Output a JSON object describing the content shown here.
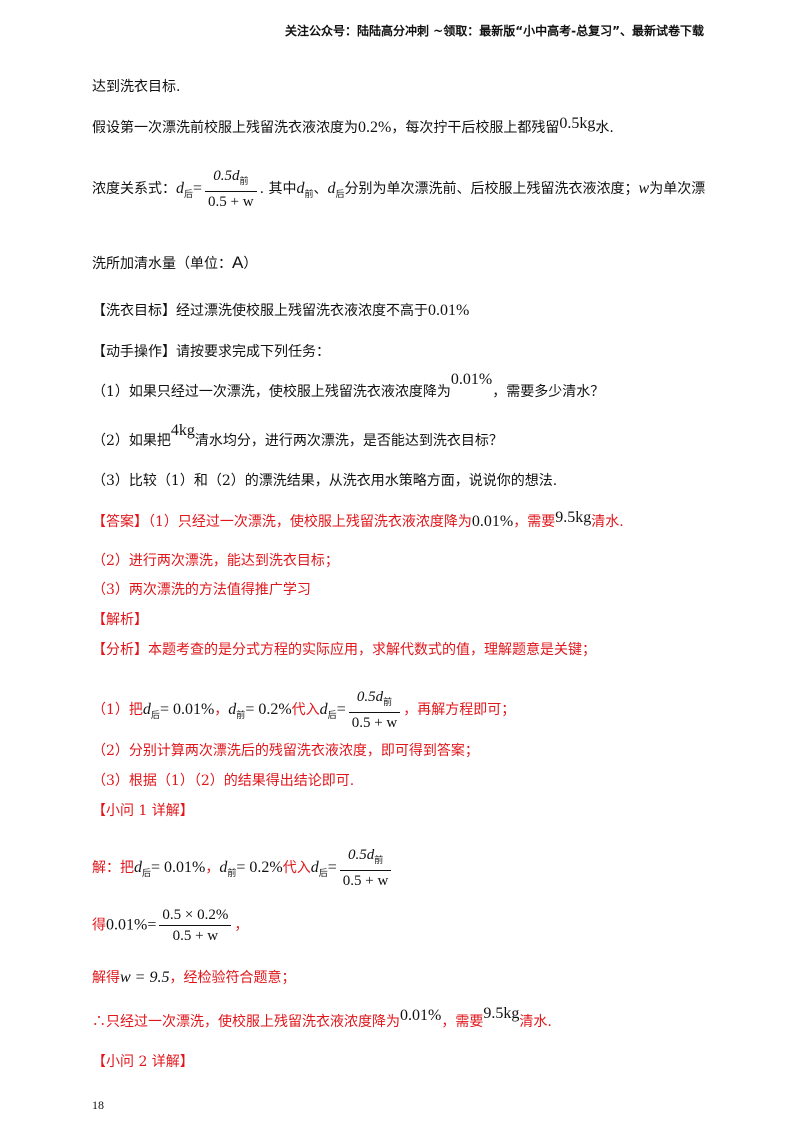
{
  "header": {
    "text": "关注公众号：陆陆高分冲刺  ~领取：最新版“小中高考-总复习”、最新试卷下载"
  },
  "page_number": "18",
  "math": {
    "d_hou": "d",
    "sub_hou": "后",
    "sub_qian": "前",
    "w": "w",
    "num_05d": "0.5d",
    "den_05w": "0.5 + w",
    "eq": "=",
    "val_001": "= 0.01%",
    "val_02": "= 0.2%",
    "pct_001": "0.01%",
    "kg4": "4kg",
    "kg95": "9.5kg",
    "kg05": "0.5kg",
    "pct_02": "0.2%",
    "frac2_num": "0.5 × 0.2%",
    "w95": "w = 9.5",
    "unit_A": "A"
  },
  "lines": {
    "l1": "达到洗衣目标.",
    "l2a": "假设第一次漂洗前校服上残留洗衣液浓度为",
    "l2b": "，每次拧干后校服上都残留",
    "l2c": "水.",
    "l3a": "浓度关系式：",
    "l3b": ". 其中",
    "l3c": "、",
    "l3d": "分别为单次漂洗前、后校服上残留洗衣液浓度；",
    "l3e": "为单次漂",
    "l4a": "洗所加清水量（单位：",
    "l4b": "）",
    "l5a": "【洗衣目标】经过漂洗使校服上残留洗衣液浓度不高于",
    "l6": "【动手操作】请按要求完成下列任务：",
    "l7a": "（1）如果只经过一次漂洗，使校服上残留洗衣液浓度降为",
    "l7b": "，需要多少清水？",
    "l8a": "（2）如果把",
    "l8b": "清水均分，进行两次漂洗，是否能达到洗衣目标？",
    "l9": "（3）比较（1）和（2）的漂洗结果，从洗衣用水策略方面，说说你的想法.",
    "ans_tag": "【答案】",
    "ans1a": "（1）只经过一次漂洗，使校服上残留洗衣液浓度降为",
    "ans1b": "，需要",
    "ans1c": "清水.",
    "ans2": "（2）进行两次漂洗，能达到洗衣目标；",
    "ans3": "（3）两次漂洗的方法值得推广学习",
    "jx": "【解析】",
    "fx_tag": "【分析】",
    "fx": "本题考查的是分式方程的实际应用，求解代数式的值，理解题意是关键；",
    "s1a": "（1）把",
    "s1b": "，",
    "s1c": "代入",
    "s1d": "，再解方程即可；",
    "s2": "（2）分别计算两次漂洗后的残留洗衣液浓度，即可得到答案；",
    "s3": "（3）根据（1）（2）的结果得出结论即可.",
    "xw1": "【小问 1 详解】",
    "j1a": "解：把",
    "j1b": "，",
    "j1c": "代入",
    "de_a": "得",
    "de_b": "，",
    "jd_a": "解得",
    "jd_b": "，经检验符合题意；",
    "th_a": "∴只经过一次漂洗，使校服上残留洗衣液浓度降为",
    "th_b": "，需要",
    "th_c": "清水.",
    "xw2": "【小问 2 详解】"
  }
}
